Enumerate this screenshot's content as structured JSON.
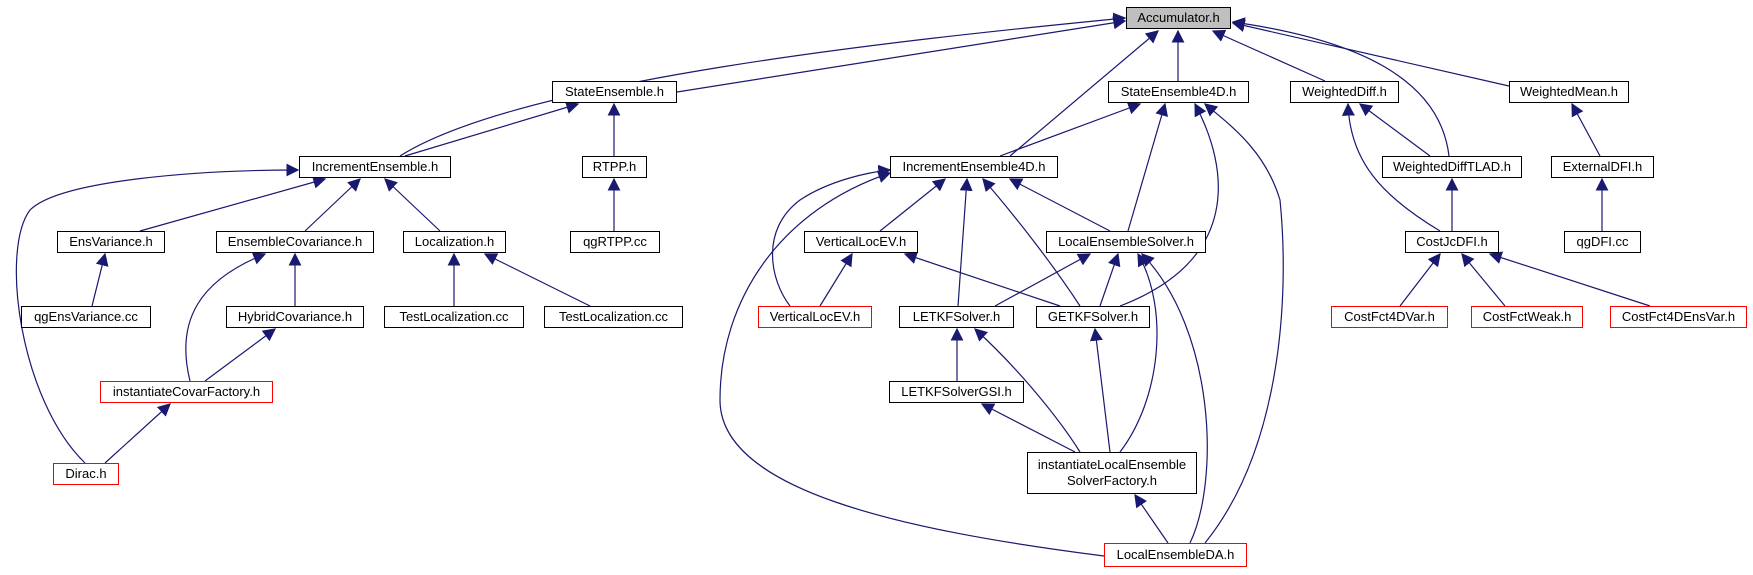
{
  "colors": {
    "edge": "#191970",
    "border": "#000000",
    "truncated_border": "#ff0000",
    "highlight_fill": "#bfbfbf"
  },
  "nodes": {
    "accumulator": "Accumulator.h",
    "state_ensemble": "StateEnsemble.h",
    "state_ensemble_4d": "StateEnsemble4D.h",
    "weighted_diff": "WeightedDiff.h",
    "weighted_mean": "WeightedMean.h",
    "increment_ensemble": "IncrementEnsemble.h",
    "rtpp": "RTPP.h",
    "increment_ensemble_4d": "IncrementEnsemble4D.h",
    "weighted_diff_tlad": "WeightedDiffTLAD.h",
    "external_dfi": "ExternalDFI.h",
    "ens_variance": "EnsVariance.h",
    "ensemble_covariance": "EnsembleCovariance.h",
    "localization": "Localization.h",
    "qg_rtpp": "qgRTPP.cc",
    "vertical_loc_ev": "VerticalLocEV.h",
    "local_ensemble_solver": "LocalEnsembleSolver.h",
    "cost_jc_dfi": "CostJcDFI.h",
    "qg_dfi": "qgDFI.cc",
    "qg_ens_variance": "qgEnsVariance.cc",
    "hybrid_covariance": "HybridCovariance.h",
    "test_localization_1": "TestLocalization.cc",
    "test_localization_2": "TestLocalization.cc",
    "vertical_loc_ev_red": "VerticalLocEV.h",
    "letkf_solver": "LETKFSolver.h",
    "getkf_solver": "GETKFSolver.h",
    "cost_fct_4dvar": "CostFct4DVar.h",
    "cost_fct_weak": "CostFctWeak.h",
    "cost_fct_4dens_var": "CostFct4DEnsVar.h",
    "instantiate_covar_factory": "instantiateCovarFactory.h",
    "letkf_solver_gsi": "LETKFSolverGSI.h",
    "dirac": "Dirac.h",
    "instantiate_local_ensemble_solver_factory": "instantiateLocalEnsemble\nSolverFactory.h",
    "local_ensemble_da": "LocalEnsembleDA.h"
  }
}
